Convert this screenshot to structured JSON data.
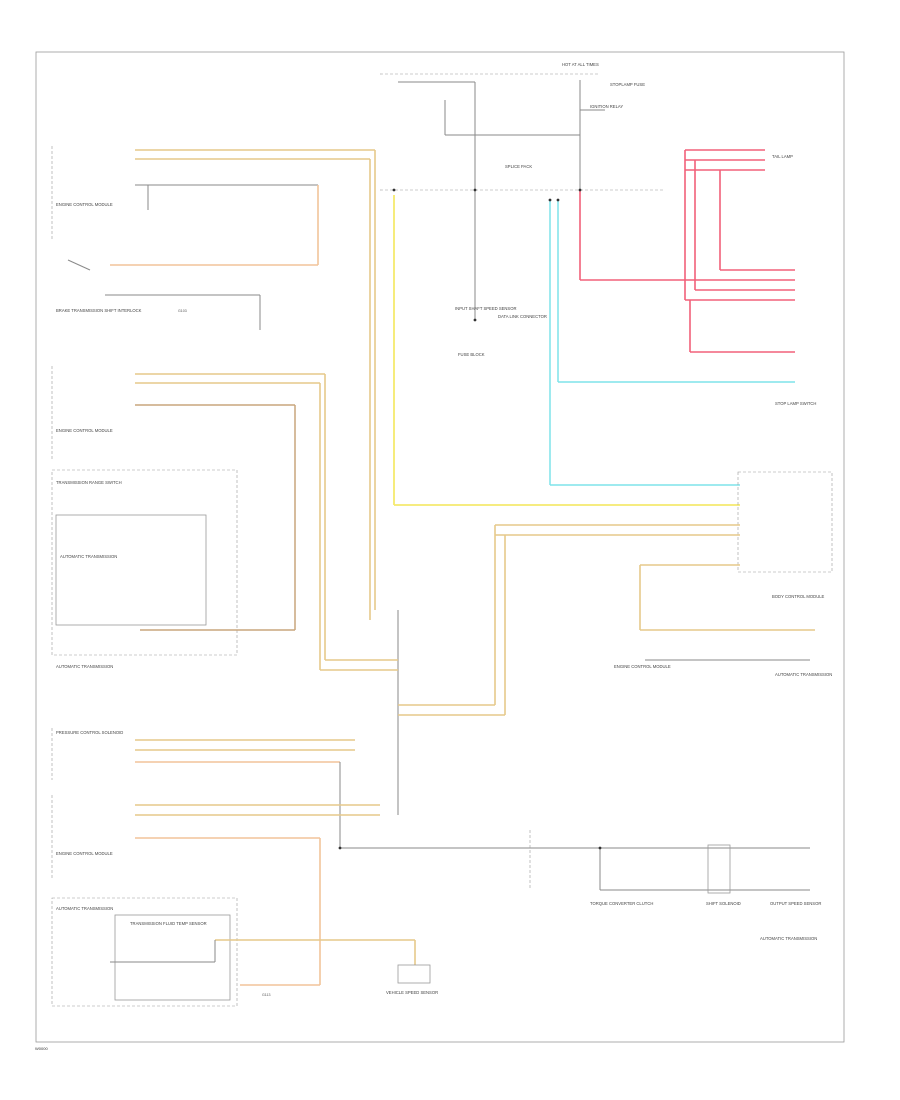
{
  "footer_code": "W0000",
  "labels": {
    "batt": "HOT AT ALL TIMES",
    "stop_fuse": "STOPLAMP FUSE",
    "ign_relay": "IGNITION RELAY",
    "splice": "SPLICE PACK",
    "ecm_a_top": "ENGINE CONTROL MODULE",
    "brake_switch": "BRAKE TRANSMISSION SHIFT INTERLOCK",
    "ecm_b": "ENGINE CONTROL MODULE",
    "trans_range": "TRANSMISSION RANGE SWITCH",
    "trans_box": "AUTOMATIC TRANSMISSION",
    "auto_trans_1": "AUTOMATIC TRANSMISSION",
    "input_shaft": "INPUT SHAFT SPEED SENSOR",
    "data_link": "DATA LINK CONNECTOR",
    "fuse_block": "FUSE BLOCK",
    "tail_lamps": "TAIL LAMP",
    "stop_lamp_switch": "STOP LAMP SWITCH",
    "bcm": "BODY CONTROL MODULE",
    "ecm_c": "ENGINE CONTROL MODULE",
    "auto_trans_2": "AUTOMATIC TRANSMISSION",
    "pressure_control": "PRESSURE CONTROL SOLENOID",
    "tcc": "TORQUE CONVERTER CLUTCH",
    "auto_trans_3": "AUTOMATIC TRANSMISSION",
    "shift_sol": "SHIFT SOLENOID",
    "output_speed": "OUTPUT SPEED SENSOR",
    "ecm_d": "ENGINE CONTROL MODULE",
    "auto_trans_4": "AUTOMATIC TRANSMISSION",
    "trans_fluid_temp": "TRANSMISSION FLUID TEMP SENSOR",
    "vehicle_speed": "VEHICLE SPEED SENSOR",
    "gnd_1": "G103",
    "gnd_2": "G113"
  }
}
